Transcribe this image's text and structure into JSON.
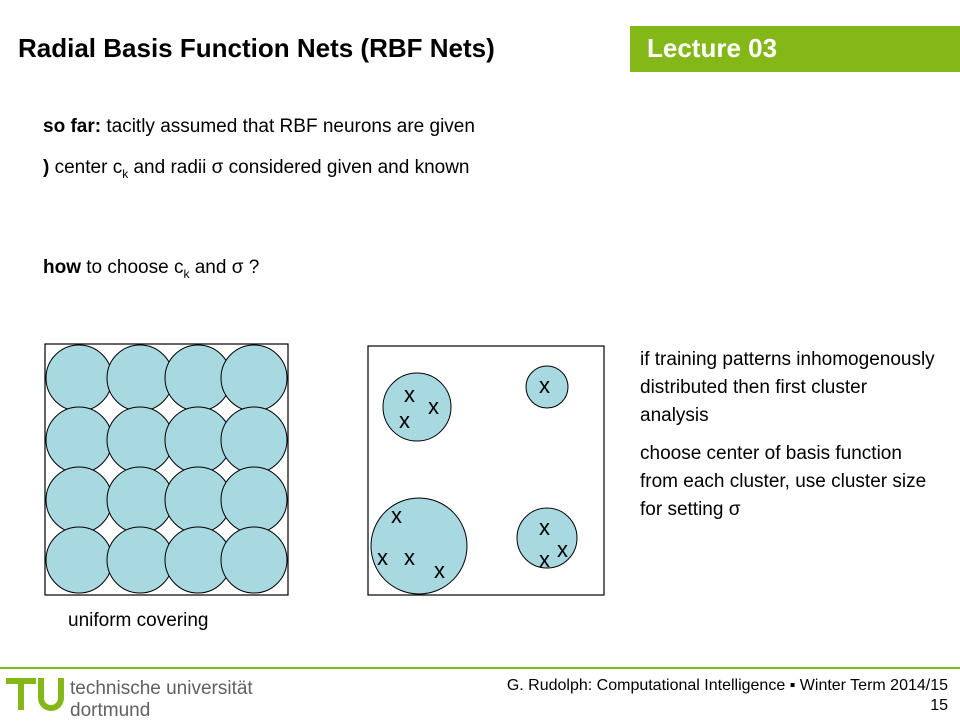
{
  "header": {
    "title": "Radial Basis Function Nets (RBF Nets)",
    "lecture": "Lecture 03",
    "accent_color": "#84b819"
  },
  "body": {
    "line1_bold": "so far:",
    "line1_rest": " tacitly assumed that RBF neurons are given",
    "line2_symbol": ")",
    "line2_a": " center c",
    "line2_sub": "k",
    "line2_b": " and radii ",
    "line2_sigma": "σ",
    "line2_c": " considered given and known",
    "line3_bold": "how",
    "line3_a": " to choose c",
    "line3_sub": "k",
    "line3_b": " and ",
    "line3_sigma": "σ",
    "line3_c": " ?"
  },
  "figure_left": {
    "caption": "uniform covering",
    "circle_fill": "#a8d8e0"
  },
  "figure_right": {
    "marker": "x"
  },
  "right_text": {
    "para1": "if training patterns inhomogenously distributed then first cluster analysis",
    "para2_text": "choose center of basis function from each cluster, use cluster size for setting ",
    "para2_sigma": "σ"
  },
  "footer": {
    "credit": "G. Rudolph: Computational Intelligence ▪ Winter Term 2014/15",
    "page": "15",
    "logo_line1": "technische universität",
    "logo_line2": "dortmund",
    "logo_color": "#84b819"
  }
}
